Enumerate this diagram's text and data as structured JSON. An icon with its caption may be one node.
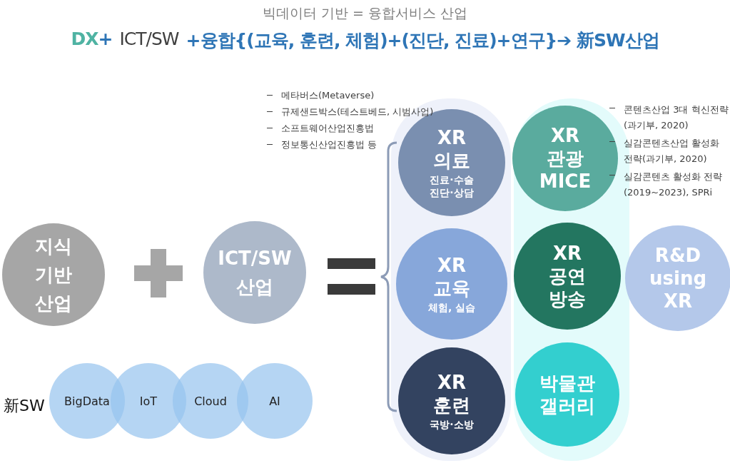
{
  "diagram": {
    "title": "빅데이터 기반 = 융합서비스 산업",
    "nodes": [
      {
        "text": [
          "지식 기반 산업"
        ]
      },
      {
        "text": [
          "ICT/SW 산업"
        ]
      },
      {
        "text": [],
        "shape": "box"
      },
      {
        "text": [
          "XR 의료",
          "진료·수술 진단·상담"
        ],
        "in": 2
      },
      {
        "text": [
          "XR 교육",
          "체험, 실습"
        ],
        "in": 2
      },
      {
        "text": [
          "XR 훈련",
          "국방·소방"
        ],
        "in": 2
      },
      {
        "text": [],
        "shape": "box"
      },
      {
        "text": [
          "XR 관광 MICE"
        ],
        "in": 6
      },
      {
        "text": [
          "XR 공연 방송"
        ],
        "in": 6
      },
      {
        "text": [
          "박물관 갤러리"
        ],
        "in": 6
      },
      {
        "text": [
          "R&D using XR"
        ]
      },
      {
        "text": [
          "BigData"
        ]
      },
      {
        "text": [
          "IoT"
        ]
      },
      {
        "text": [
          "Cloud"
        ]
      },
      {
        "text": [
          "AI"
        ]
      }
    ],
    "labels": [
      "DX",
      "+",
      "ICT/SW",
      "+융합{(교육, 훈련, 체험)+(진단, 진료)+연구}➔ 新SW산업",
      "메타버스(Metaverse)",
      "규제샌드박스(테스트베드, 시범사업)",
      "소프트웨어산업진흥법",
      "정보통신산업진흥법 등",
      "콘텐츠산업 3대 혁신전략(과기부, 2020)",
      "실감콘텐츠산업 활성화 전략(과기부, 2020)",
      "실감콘텐츠 활성화 전략(2019~2023), SPRi",
      "新SW"
    ]
  }
}
